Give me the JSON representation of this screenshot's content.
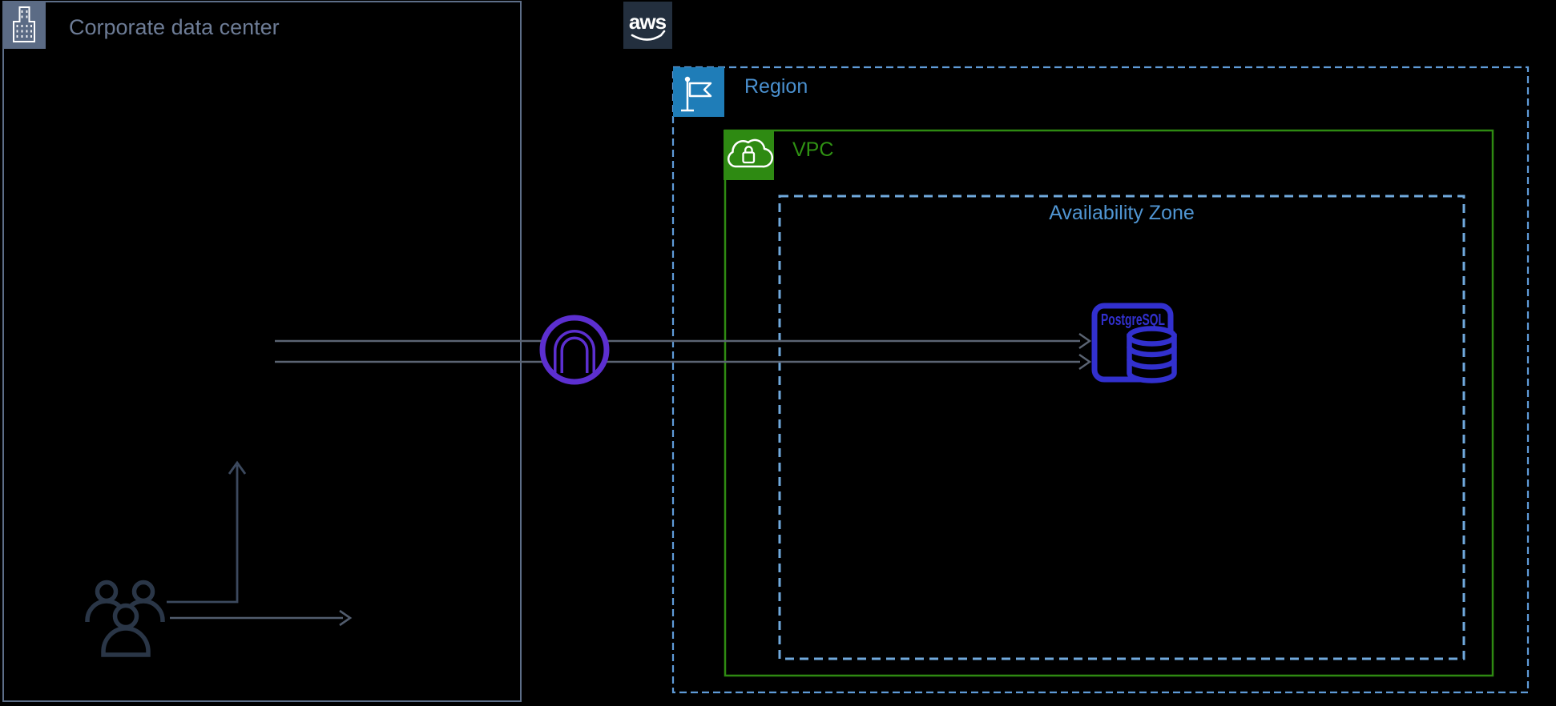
{
  "labels": {
    "corporate": "Corporate data center",
    "aws": "aws",
    "region": "Region",
    "vpc": "VPC",
    "availability_zone": "Availability Zone",
    "postgresql": "PostgreSQL"
  },
  "icons": {
    "corporate_building": "building-icon",
    "aws_logo": "aws-logo",
    "region_flag": "flag-icon",
    "vpc_cloud_lock": "cloud-lock-icon",
    "vpn_tunnel": "tunnel-icon",
    "postgresql_database": "database-icon",
    "users": "users-icon"
  },
  "colors": {
    "background": "#000000",
    "corporate_border": "#5d6e88",
    "corporate_icon_bg": "#5b6b85",
    "corporate_text": "#6d7c96",
    "aws_logo_bg": "#232f3e",
    "region_icon_bg": "#1f7db8",
    "region_border": "#5f9bd8",
    "region_text": "#4a90cf",
    "vpc_green": "#2e8a12",
    "az_border": "#70a9dc",
    "az_text": "#5095d2",
    "postgresql_indigo": "#3230ce",
    "tunnel_purple": "#5c2fd0",
    "connection_line_gray": "#5b6473",
    "elbow_arrow_dark": "#3c495e",
    "users_icon_stroke": "#2a3647"
  }
}
